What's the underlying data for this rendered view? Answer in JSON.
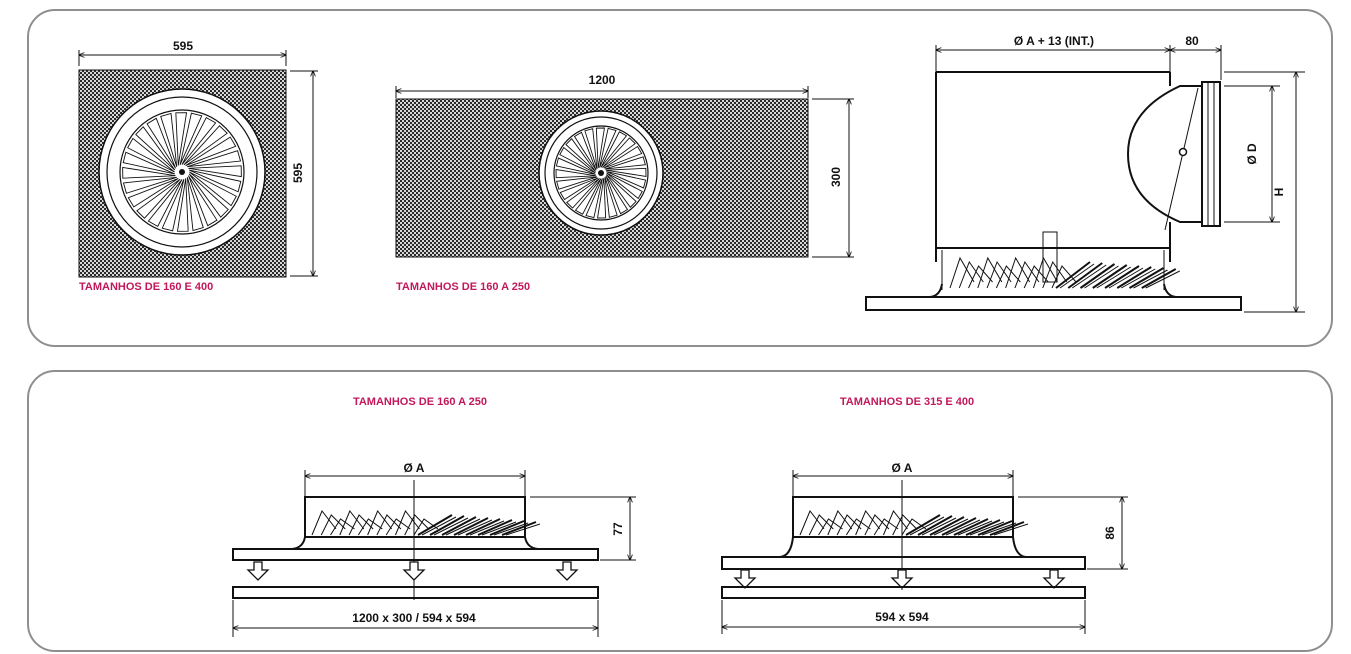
{
  "top_panel": {
    "square_diffuser": {
      "width_label": "595",
      "height_label": "595",
      "caption": "TAMANHOS DE 160 E 400"
    },
    "rect_diffuser": {
      "width_label": "1200",
      "height_label": "300",
      "caption": "TAMANHOS DE 160 A 250"
    },
    "plenum_side": {
      "top_label": "Ø A + 13 (INT.)",
      "spigot_label": "80",
      "diameter_label": "Ø D",
      "height_label": "H"
    }
  },
  "bottom_panel": {
    "left": {
      "title": "TAMANHOS DE 160 A 250",
      "diameter_label": "Ø A",
      "height_label": "77",
      "plate_label": "1200 x 300 / 594 x 594"
    },
    "right": {
      "title": "TAMANHOS DE 315 E 400",
      "diameter_label": "Ø A",
      "height_label": "86",
      "plate_label": "594 x 594"
    }
  },
  "colors": {
    "accent": "#c2185b",
    "frame": "#8f8f8f",
    "line": "#111111"
  }
}
